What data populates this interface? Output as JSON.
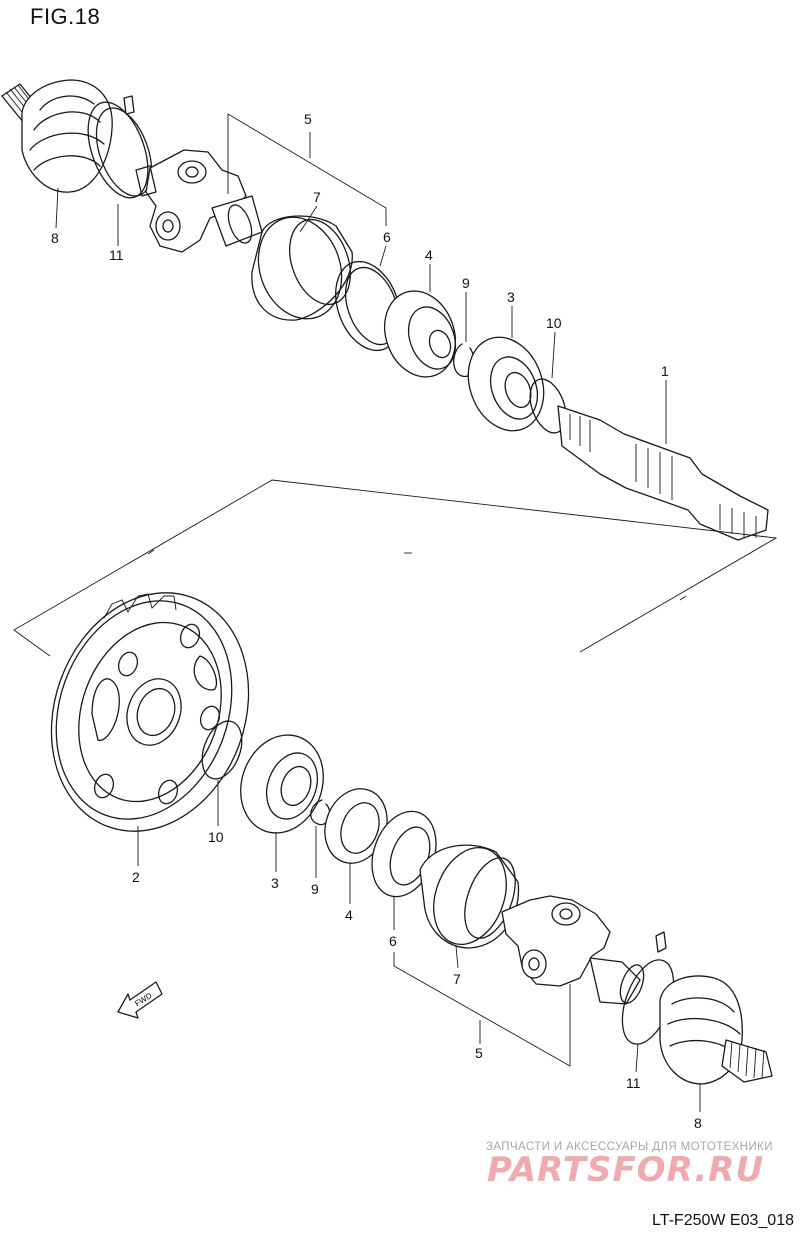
{
  "figure": {
    "title": "FIG.18",
    "code": "LT-F250W E03_018"
  },
  "watermark": {
    "tagline": "ЗАПЧАСТИ И АКСЕССУАРЫ ДЛЯ МОТОТЕХНИКИ",
    "logo": "PARTSFOR.RU"
  },
  "callouts_upper": {
    "c8": "8",
    "c11": "11",
    "c5": "5",
    "c7": "7",
    "c6": "6",
    "c4": "4",
    "c9": "9",
    "c3": "3",
    "c10": "10",
    "c1": "1"
  },
  "callouts_lower": {
    "c2": "2",
    "c10": "10",
    "c3": "3",
    "c9": "9",
    "c4": "4",
    "c6": "6",
    "c7": "7",
    "c5": "5",
    "c11": "11",
    "c8": "8"
  },
  "fwd_label": "FWD"
}
